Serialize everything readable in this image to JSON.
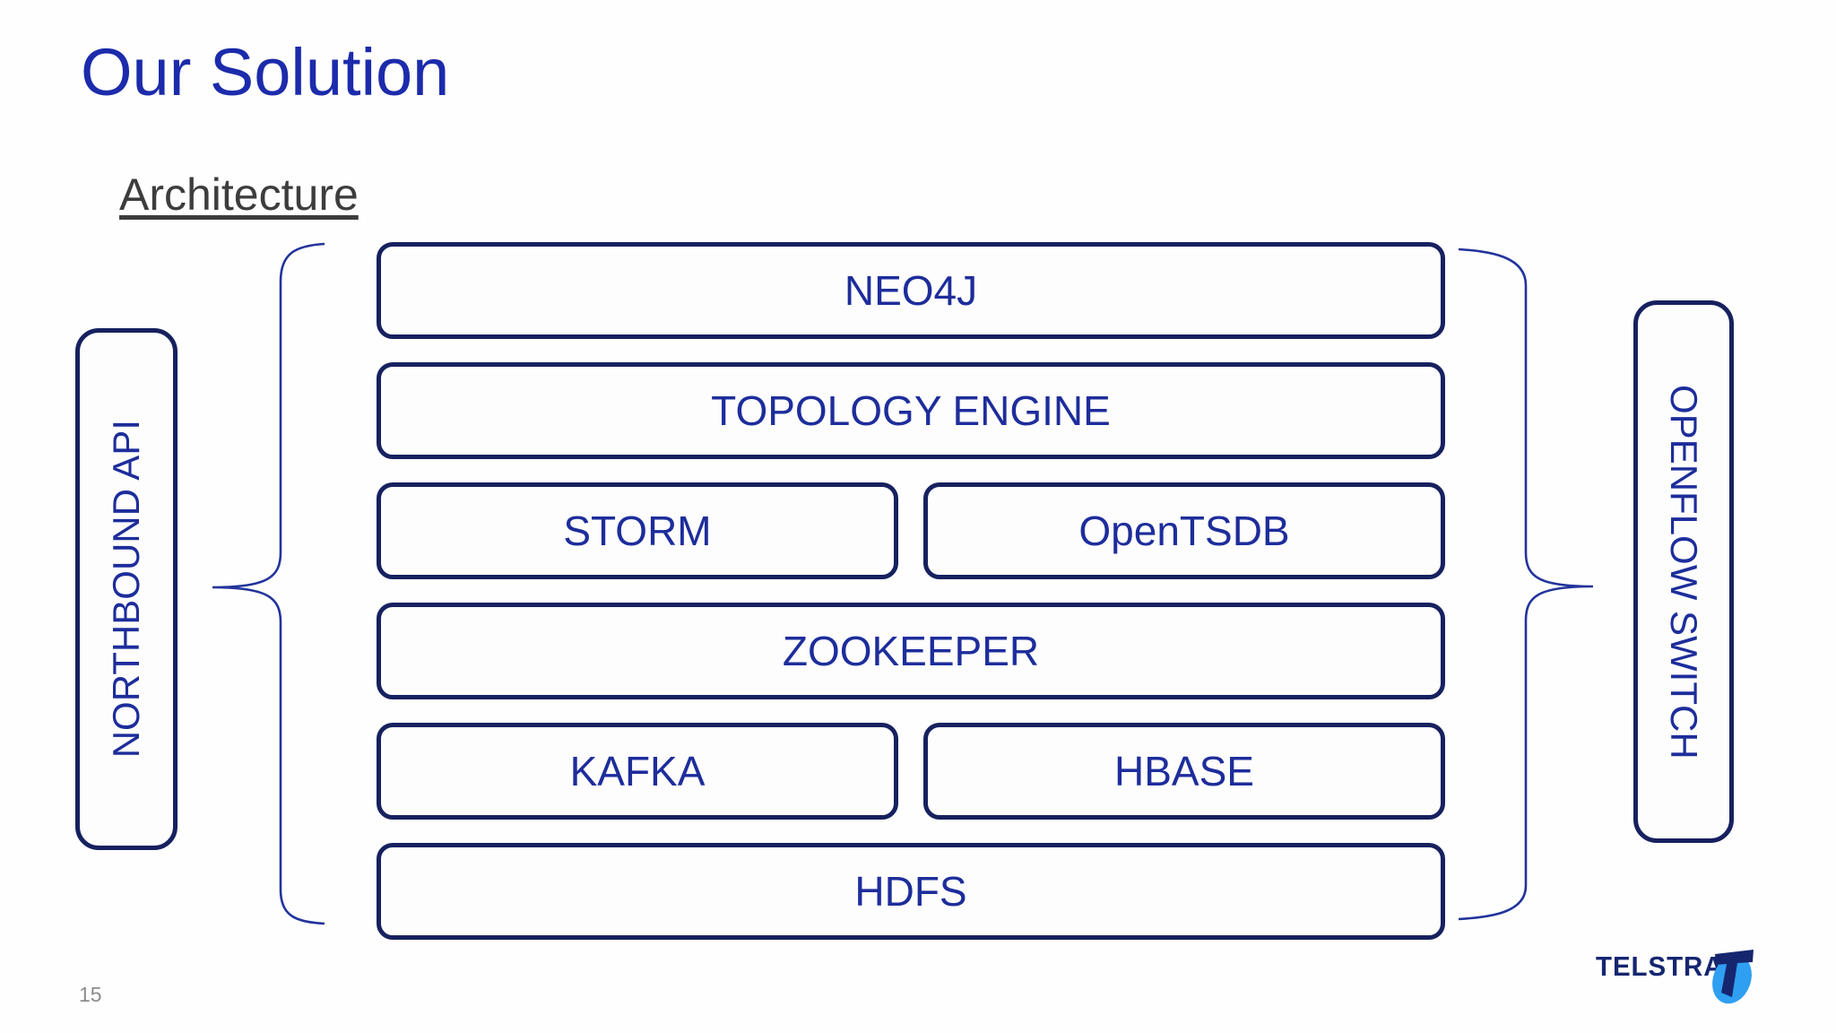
{
  "slide": {
    "title": "Our Solution",
    "subtitle": "Architecture",
    "page_number": "15"
  },
  "diagram": {
    "side_left": {
      "label": "NORTHBOUND API"
    },
    "side_right": {
      "label": "OPENFLOW SWITCH"
    },
    "rows": [
      {
        "boxes": [
          {
            "label": "NEO4J"
          }
        ]
      },
      {
        "boxes": [
          {
            "label": "TOPOLOGY ENGINE"
          }
        ]
      },
      {
        "boxes": [
          {
            "label": "STORM"
          },
          {
            "label": "OpenTSDB"
          }
        ]
      },
      {
        "boxes": [
          {
            "label": "ZOOKEEPER"
          }
        ]
      },
      {
        "boxes": [
          {
            "label": "KAFKA"
          },
          {
            "label": "HBASE"
          }
        ]
      },
      {
        "boxes": [
          {
            "label": "HDFS"
          }
        ]
      }
    ]
  },
  "branding": {
    "logo_text": "TELSTRA"
  },
  "colors": {
    "title_blue": "#1c2bab",
    "label_blue": "#1d2d9b",
    "border_navy": "#17215f",
    "brace_blue": "#22339b",
    "subtitle_gray": "#3d3d3d",
    "page_gray": "#8c8c8c",
    "logo_navy": "#15266f",
    "logo_light_blue": "#2f9ff2"
  }
}
